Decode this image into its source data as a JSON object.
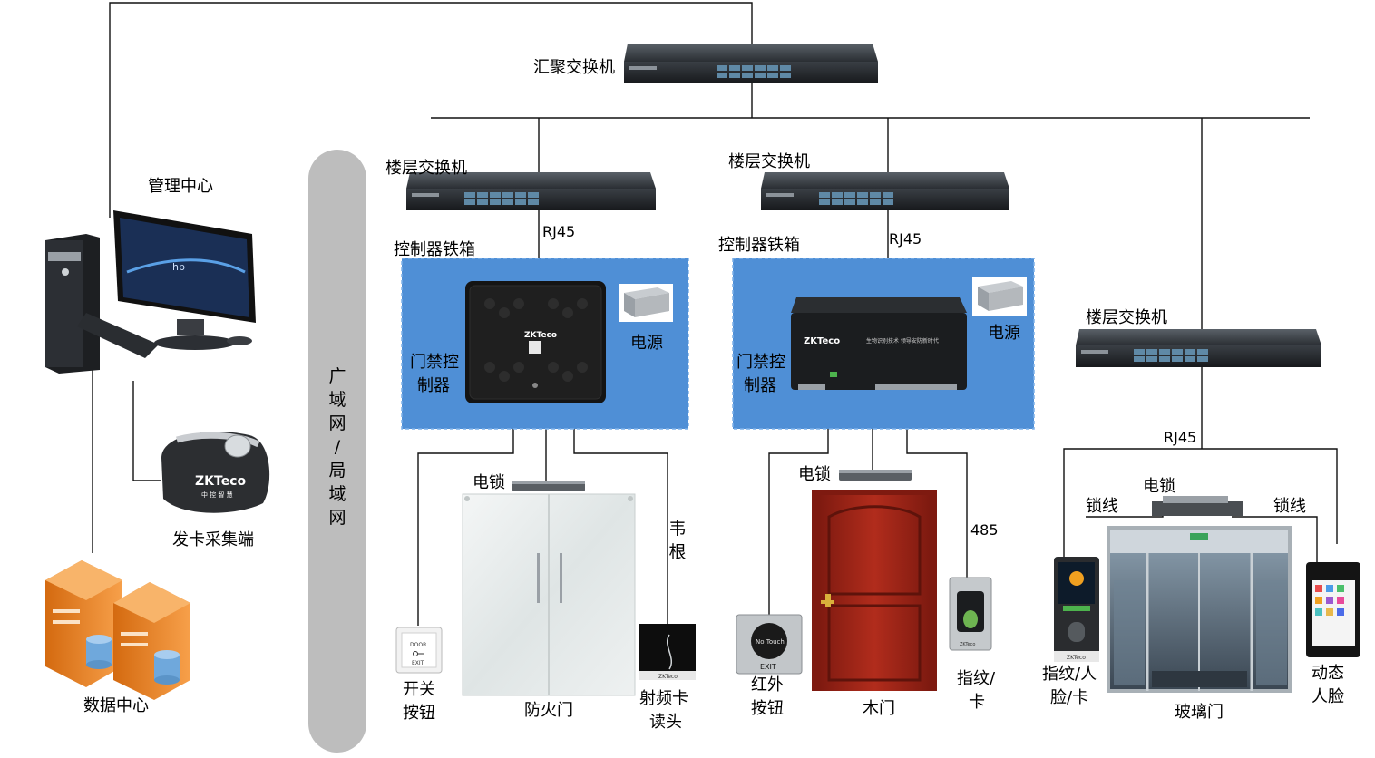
{
  "labels": {
    "core_switch": "汇聚交换机",
    "floor_switch_1": "楼层交换机",
    "floor_switch_2": "楼层交换机",
    "floor_switch_3": "楼层交换机",
    "rj45_1": "RJ45",
    "rj45_2": "RJ45",
    "rj45_3": "RJ45",
    "controller_box_1": "控制器铁箱",
    "controller_box_2": "控制器铁箱",
    "controller_1_line1": "门禁控",
    "controller_1_line2": "制器",
    "controller_2_line1": "门禁控",
    "controller_2_line2": "制器",
    "power_1": "电源",
    "power_2": "电源",
    "management_center": "管理中心",
    "card_enroll": "发卡采集端",
    "data_center": "数据中心",
    "wan": [
      "广",
      "域",
      "网",
      "/",
      "局",
      "域",
      "网"
    ],
    "elock_1": "电锁",
    "elock_2": "电锁",
    "elock_3": "电锁",
    "wiegand": [
      "韦",
      "根"
    ],
    "rs485": "485",
    "exit_button_line1": "开关",
    "exit_button_line2": "按钮",
    "fire_door": "防火门",
    "rf_reader_line1": "射频卡",
    "rf_reader_line2": "读头",
    "ir_button_line1": "红外",
    "ir_button_line2": "按钮",
    "wood_door": "木门",
    "fp_card_line1": "指纹/",
    "fp_card_line2": "卡",
    "lock_wire_1": "锁线",
    "lock_wire_2": "锁线",
    "fp_face_card_line1": "指纹/人",
    "fp_face_card_line2": "脸/卡",
    "glass_door": "玻璃门",
    "dynamic_face_line1": "动态",
    "dynamic_face_line2": "人脸"
  },
  "device_text": {
    "brand": "ZKTeco",
    "brand_cn": "中 控 智 慧",
    "exit_door": "DOOR",
    "exit_exit": "EXIT",
    "no_touch": "No Touch",
    "ir_exit": "EXIT",
    "ctrl2_cn": "生物识别技术 领导安防新时代",
    "hp": "hp"
  },
  "colors": {
    "lan_band": "#bdbdbd",
    "controller_box": "#4f8fd6",
    "server_orange": "#f08a24",
    "door_wood": "#a8261a",
    "switch_body": "#2b2f33"
  }
}
